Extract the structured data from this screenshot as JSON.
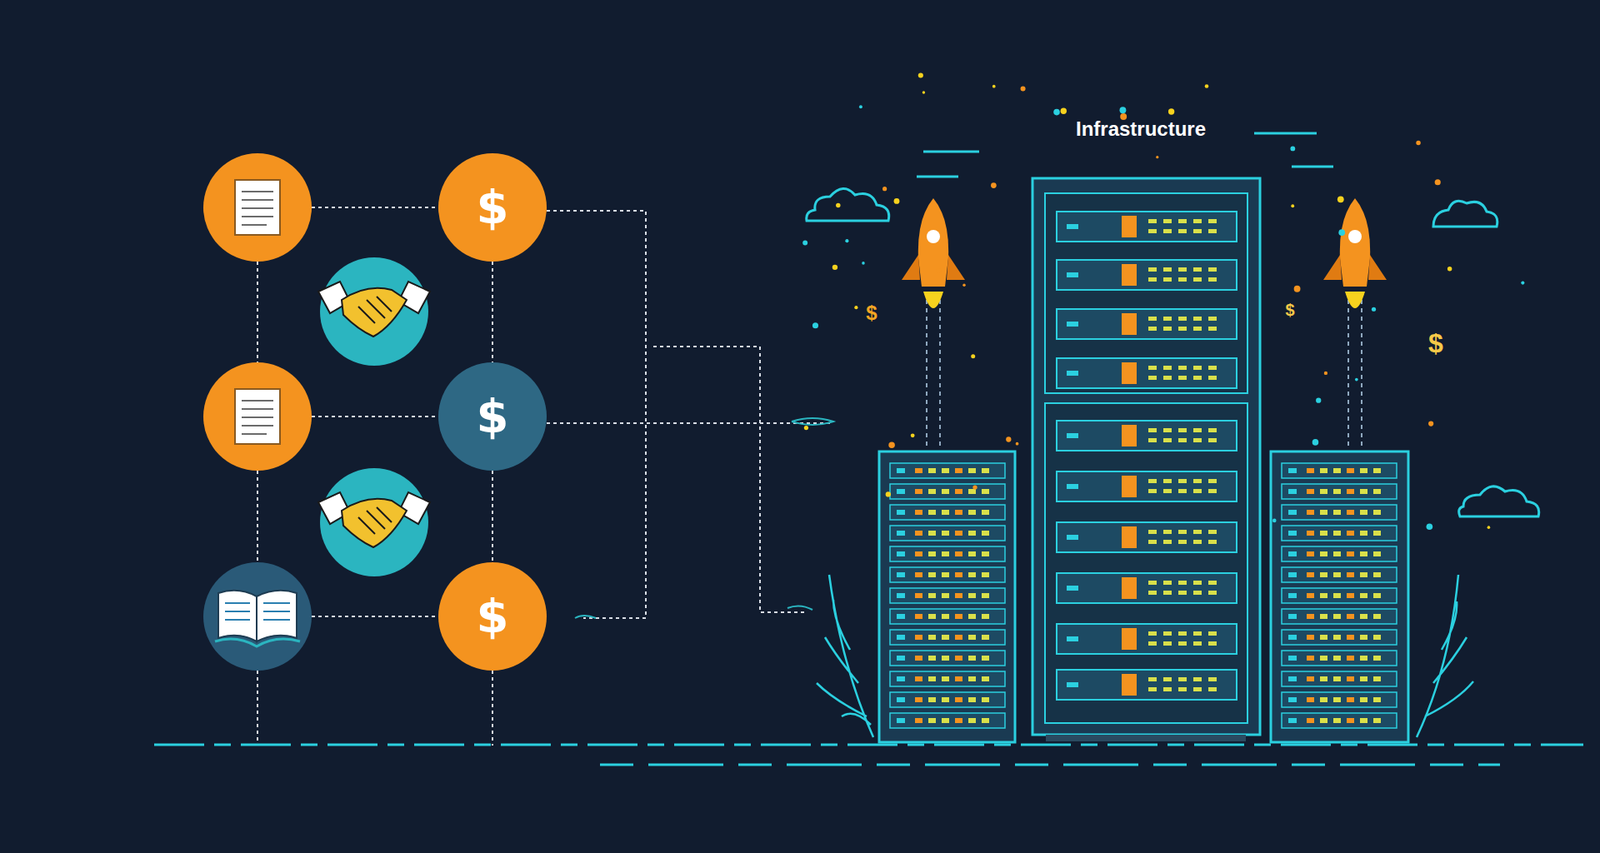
{
  "diagram": {
    "nodes": [
      {
        "text": [
          "$"
        ]
      },
      {
        "text": [
          "$"
        ]
      },
      {
        "text": [
          "$"
        ]
      }
    ],
    "edges": [
      {
        "from": 0,
        "to": 1,
        "arrow": "none"
      },
      {
        "from": 1,
        "to": 2,
        "arrow": "none"
      }
    ],
    "labels": [
      "Infrastructure",
      "$",
      "$",
      "$"
    ]
  }
}
